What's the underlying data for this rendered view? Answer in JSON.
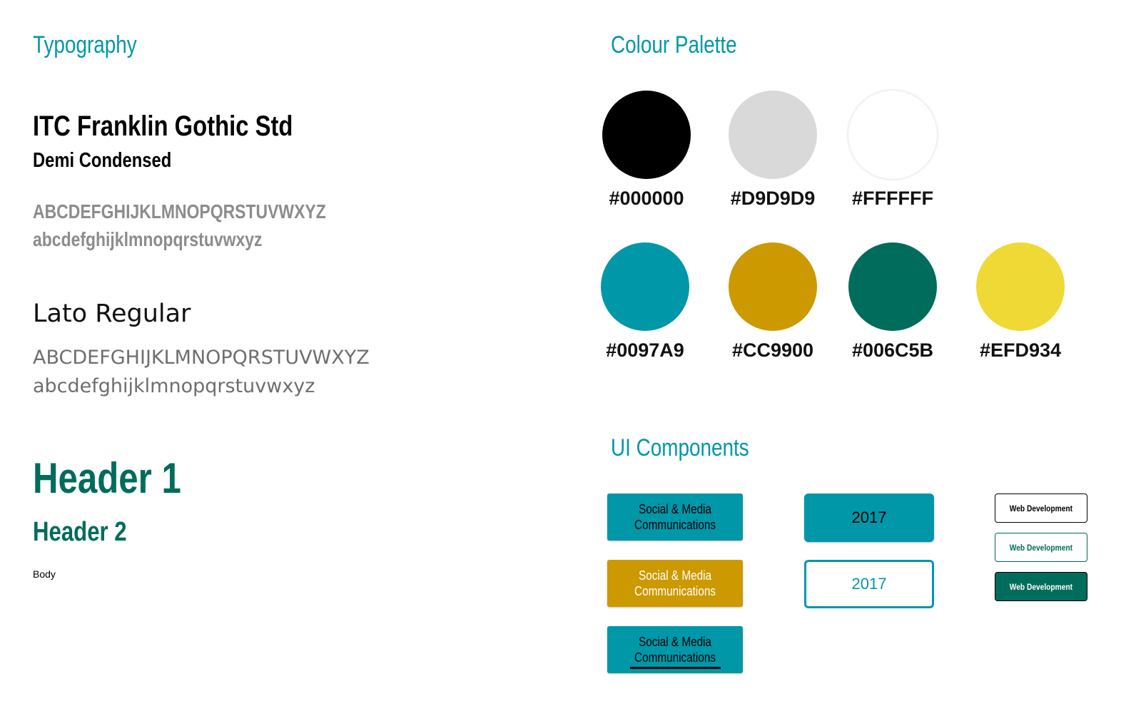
{
  "typography": {
    "title": "Typography",
    "font1": {
      "name": "ITC Franklin Gothic Std",
      "weight": "Demi Condensed",
      "upper": "ABCDEFGHIJKLMNOPQRSTUVWXYZ",
      "lower": "abcdefghijklmnopqrstuvwxyz"
    },
    "font2": {
      "name": "Lato Regular",
      "upper": "ABCDEFGHIJKLMNOPQRSTUVWXYZ",
      "lower": "abcdefghijklmnopqrstuvwxyz"
    },
    "header1": "Header 1",
    "header2": "Header 2",
    "body": "Body"
  },
  "palette": {
    "title": "Colour Palette",
    "colors": [
      {
        "hex": "#000000",
        "color": "#000000"
      },
      {
        "hex": "#D9D9D9",
        "color": "#D9D9D9"
      },
      {
        "hex": "#FFFFFF",
        "color": "#FFFFFF"
      },
      {
        "hex": "#0097A9",
        "color": "#0097A9"
      },
      {
        "hex": "#CC9900",
        "color": "#CC9900"
      },
      {
        "hex": "#006C5B",
        "color": "#006C5B"
      },
      {
        "hex": "#EFD934",
        "color": "#EFD934"
      }
    ]
  },
  "components": {
    "title": "UI Components",
    "category_buttons": [
      {
        "line1": "Social & Media",
        "line2": "Communications",
        "state": "default",
        "bg": "#0097A9",
        "text_color": "#000000"
      },
      {
        "line1": "Social & Media",
        "line2": "Communications",
        "state": "hover",
        "bg": "#CC9900",
        "text_color": "#FFFFFF"
      },
      {
        "line1": "Social & Media",
        "line2": "Communications",
        "state": "active",
        "bg": "#0097A9",
        "text_color": "#000000"
      }
    ],
    "year_buttons": [
      {
        "label": "2017",
        "state": "filled"
      },
      {
        "label": "2017",
        "state": "outline"
      }
    ],
    "tag_buttons": [
      {
        "label": "Web Development",
        "state": "default"
      },
      {
        "label": "Web Development",
        "state": "hover"
      },
      {
        "label": "Web Development",
        "state": "active"
      }
    ]
  }
}
